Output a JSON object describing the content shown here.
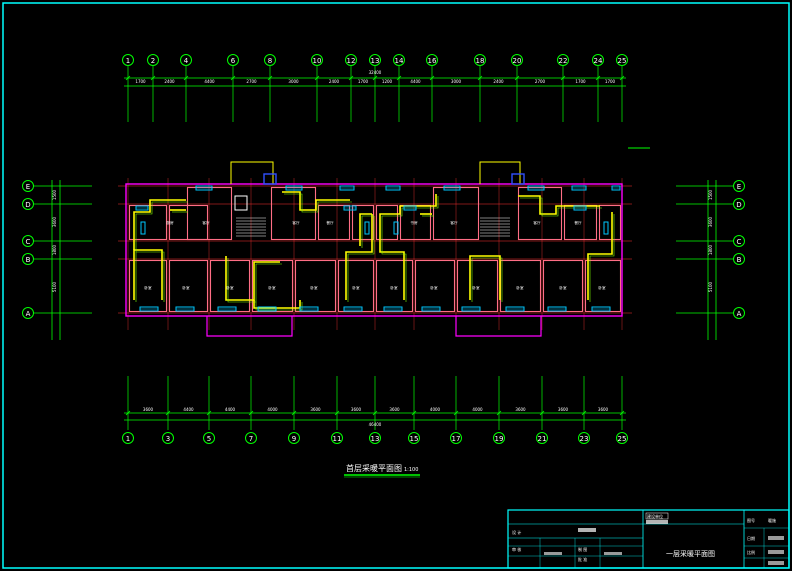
{
  "drawing": {
    "plan_title": "首层采暖平面图",
    "plan_scale": "1:100",
    "sheet_title": "一层采暖平面图"
  },
  "axes": {
    "top": [
      "1",
      "2",
      "4",
      "6",
      "8",
      "10",
      "12",
      "13",
      "14",
      "16",
      "18",
      "20",
      "22",
      "24",
      "25"
    ],
    "bottom": [
      "1",
      "3",
      "5",
      "7",
      "9",
      "11",
      "13",
      "15",
      "17",
      "19",
      "21",
      "23",
      "25"
    ],
    "left": [
      "E",
      "D",
      "C",
      "B",
      "A"
    ],
    "right": [
      "E",
      "D",
      "C",
      "B",
      "A"
    ]
  },
  "dimensions": {
    "top_row": [
      "1700",
      "2400",
      "4400",
      "2700",
      "3000",
      "2400",
      "1700",
      "1200",
      "4400",
      "3000",
      "2400",
      "2700",
      "1700",
      "1700"
    ],
    "top_total": "32400",
    "bottom_row": [
      "3600",
      "4400",
      "4400",
      "4000",
      "3600",
      "3600",
      "3600",
      "4000",
      "4000",
      "3600",
      "3600",
      "3600"
    ],
    "bottom_total": "46400"
  },
  "rooms": [
    "卧室",
    "厨房",
    "客厅",
    "餐厅",
    "卫生间",
    "阳台",
    "楼梯间",
    "书房"
  ],
  "title_block": {
    "project_label": "建设单位",
    "design_label": "设 计",
    "check_label": "审 核",
    "draw_label": "制 图",
    "approve_label": "批 准",
    "dwg_no_label": "图号",
    "dwg_no_value": "暖施",
    "date_label": "日期",
    "scale_label": "比例"
  },
  "colors": {
    "background": "#000000",
    "frame": "#00ffff",
    "axis": "#00ff00",
    "wall": "#ff6e86",
    "outline": "#ff00ff",
    "pipe": "#ffff00",
    "radiator": "#00c8ff",
    "text": "#ffffff"
  }
}
